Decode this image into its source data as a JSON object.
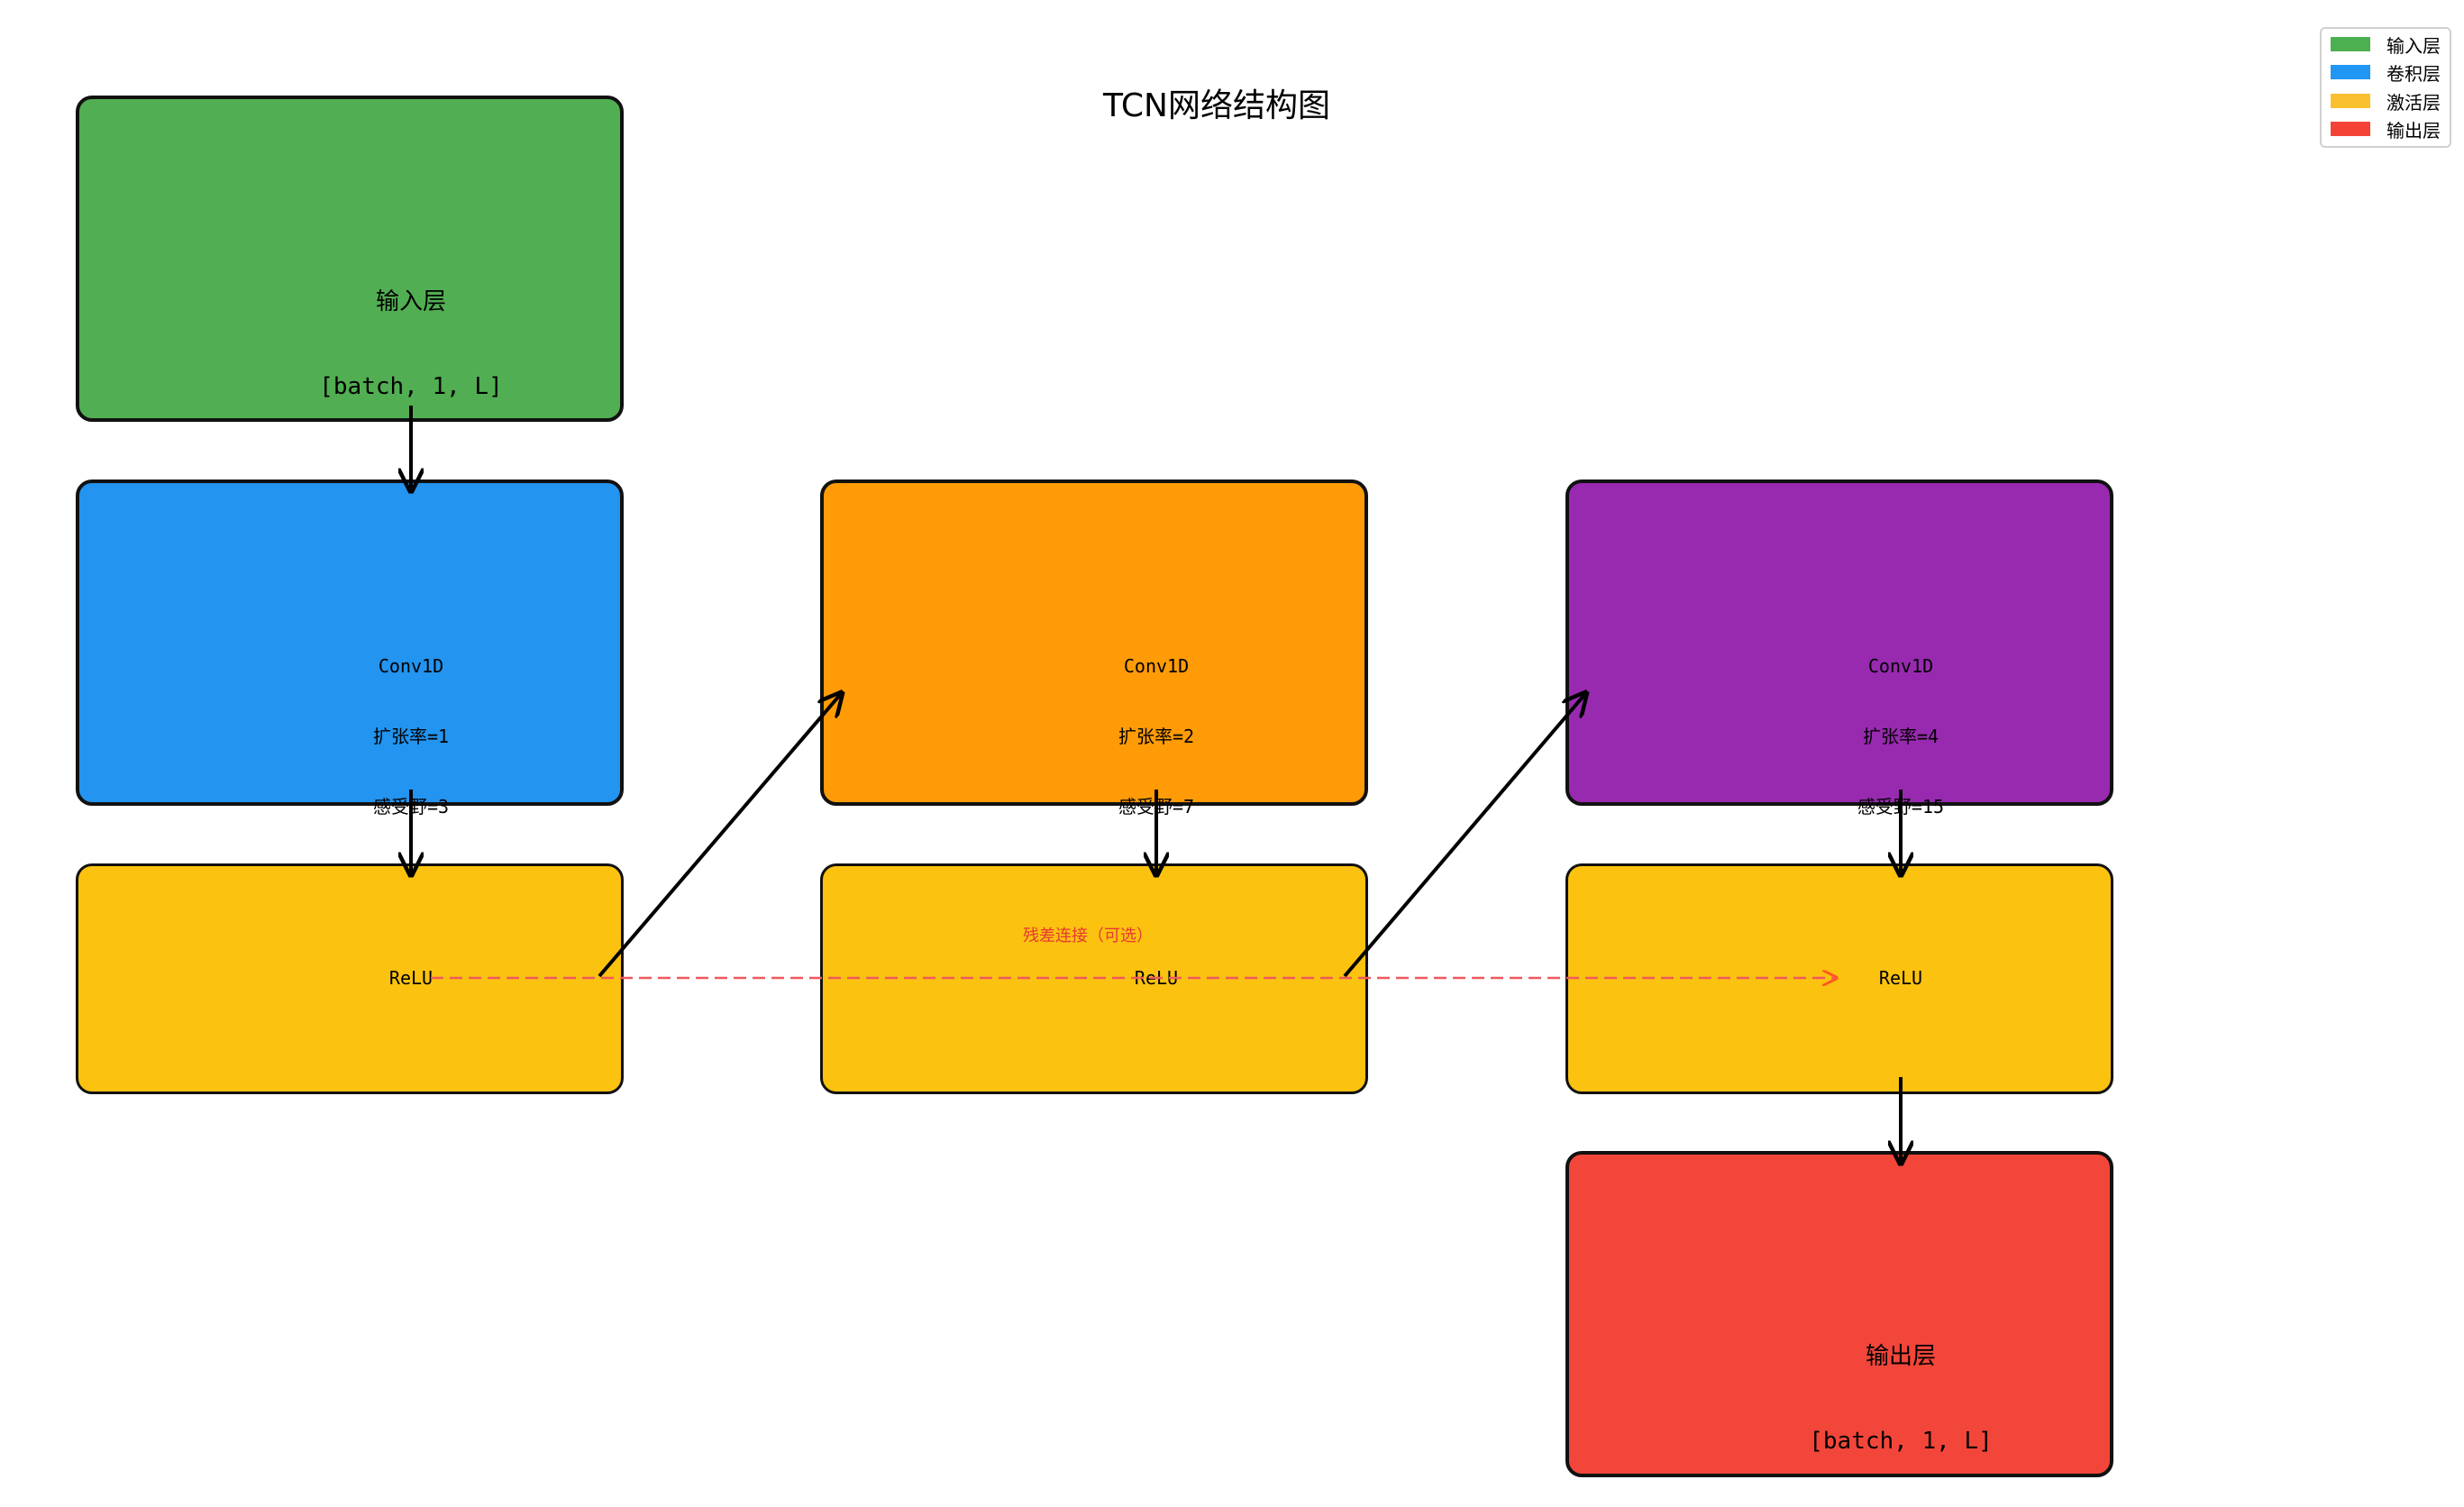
{
  "title": "TCN网络结构图",
  "legend": [
    {
      "label": "输入层",
      "color": "#4caf50"
    },
    {
      "label": "卷积层",
      "color": "#2196f3"
    },
    {
      "label": "激活层",
      "color": "#fbc02d"
    },
    {
      "label": "输出层",
      "color": "#f44336"
    }
  ],
  "nodes": {
    "input": {
      "line1": "输入层",
      "line2": "[batch, 1, L]",
      "color": "#52ae52"
    },
    "conv1": {
      "line1": "Conv1D",
      "line2": "扩张率=1",
      "line3": "感受野=3",
      "color": "#2394ef"
    },
    "conv2": {
      "line1": "Conv1D",
      "line2": "扩张率=2",
      "line3": "感受野=7",
      "color": "#fe9b07"
    },
    "conv3": {
      "line1": "Conv1D",
      "line2": "扩张率=4",
      "line3": "感受野=15",
      "color": "#982ab0"
    },
    "relu1": {
      "label": "ReLU",
      "color": "#fbc20f"
    },
    "relu2": {
      "label": "ReLU",
      "color": "#fbc20f"
    },
    "relu3": {
      "label": "ReLU",
      "color": "#fbc20f"
    },
    "output": {
      "line1": "输出层",
      "line2": "[batch, 1, L]",
      "color": "#f2463a"
    }
  },
  "residual_label": "残差连接（可选）",
  "colors": {
    "residual": "#e53935",
    "arrow": "#000000"
  }
}
